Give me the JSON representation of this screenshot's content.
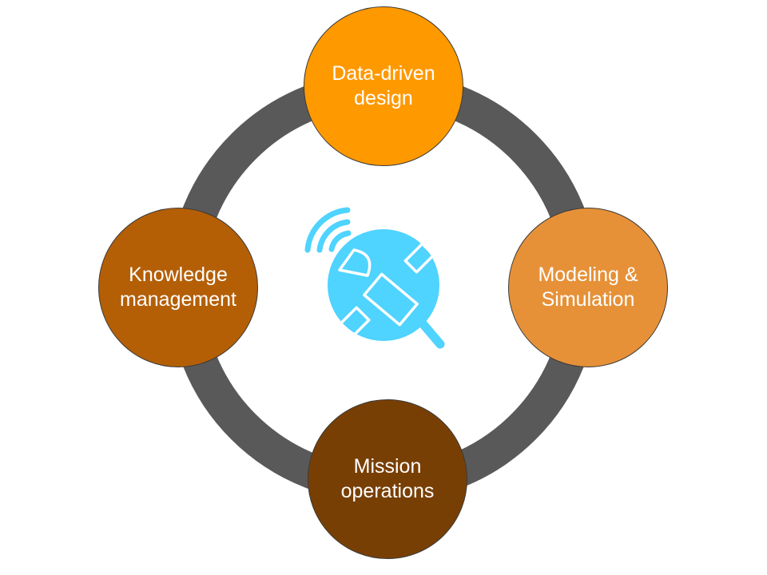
{
  "diagram": {
    "nodes": [
      {
        "id": "data-driven-design",
        "label": "Data-driven\ndesign",
        "color": "#ff9900"
      },
      {
        "id": "modeling-simulation",
        "label": "Modeling &\nSimulation",
        "color": "#e69138"
      },
      {
        "id": "mission-operations",
        "label": "Mission\noperations",
        "color": "#783f04"
      },
      {
        "id": "knowledge-management",
        "label": "Knowledge\nmanagement",
        "color": "#b45f06"
      }
    ],
    "ring_color": "#595959",
    "center_icon": {
      "name": "satellite-search-icon",
      "color": "#4fd3ff"
    }
  }
}
